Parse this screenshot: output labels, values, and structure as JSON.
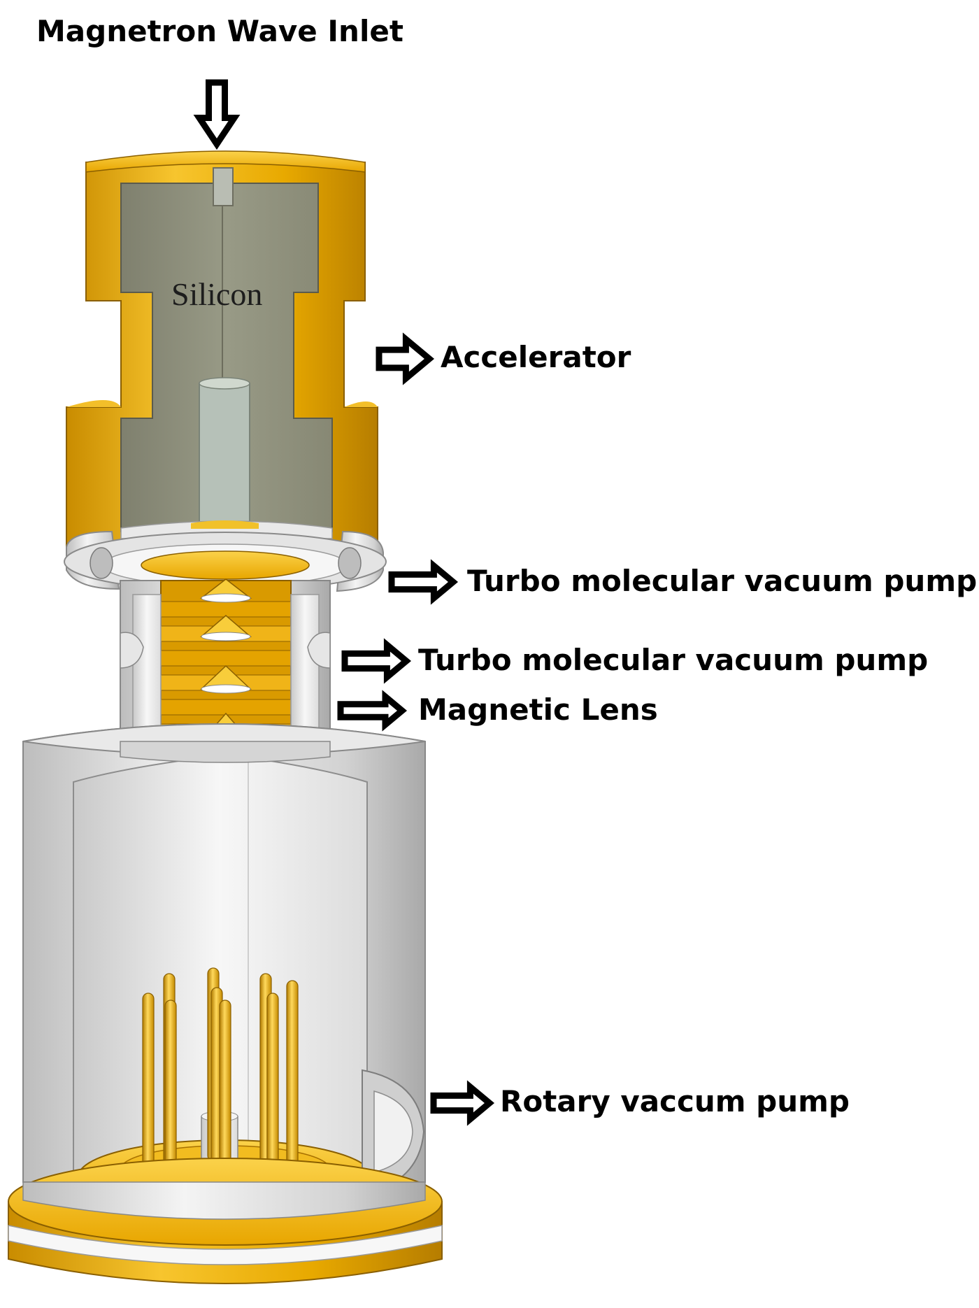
{
  "labels": {
    "inlet": "Magnetron Wave Inlet",
    "silicon": "Silicon",
    "accelerator": "Accelerator",
    "turbo_pump_1": "Turbo molecular vacuum pump",
    "turbo_pump_2": "Turbo molecular vacuum pump",
    "magnetic_lens": "Magnetic Lens",
    "rotary_pump": "Rotary vaccum pump"
  },
  "colors": {
    "gold": "#e0a000",
    "gold_light": "#f6c431",
    "gold_dark": "#b07a00",
    "silver": "#d6d6d6",
    "silver_light": "#f2f2f2",
    "silver_dark": "#a8a8a8",
    "silicon_fill": "#8b8c78",
    "arrow_fill": "#ffffff",
    "arrow_stroke": "#000000"
  }
}
